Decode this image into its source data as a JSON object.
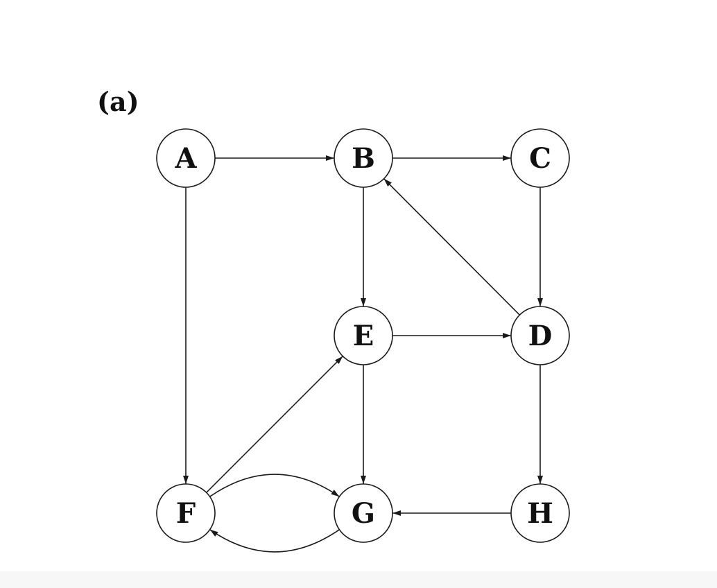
{
  "diagram": {
    "caption": "(a)",
    "nodes": [
      {
        "id": "A",
        "label": "A"
      },
      {
        "id": "B",
        "label": "B"
      },
      {
        "id": "C",
        "label": "C"
      },
      {
        "id": "D",
        "label": "D"
      },
      {
        "id": "E",
        "label": "E"
      },
      {
        "id": "F",
        "label": "F"
      },
      {
        "id": "G",
        "label": "G"
      },
      {
        "id": "H",
        "label": "H"
      }
    ],
    "edges": [
      {
        "from": "A",
        "to": "B"
      },
      {
        "from": "B",
        "to": "C"
      },
      {
        "from": "A",
        "to": "F"
      },
      {
        "from": "B",
        "to": "E"
      },
      {
        "from": "C",
        "to": "D"
      },
      {
        "from": "D",
        "to": "B"
      },
      {
        "from": "E",
        "to": "D"
      },
      {
        "from": "E",
        "to": "G"
      },
      {
        "from": "D",
        "to": "H"
      },
      {
        "from": "F",
        "to": "E"
      },
      {
        "from": "F",
        "to": "G"
      },
      {
        "from": "G",
        "to": "F"
      },
      {
        "from": "H",
        "to": "G"
      }
    ]
  }
}
